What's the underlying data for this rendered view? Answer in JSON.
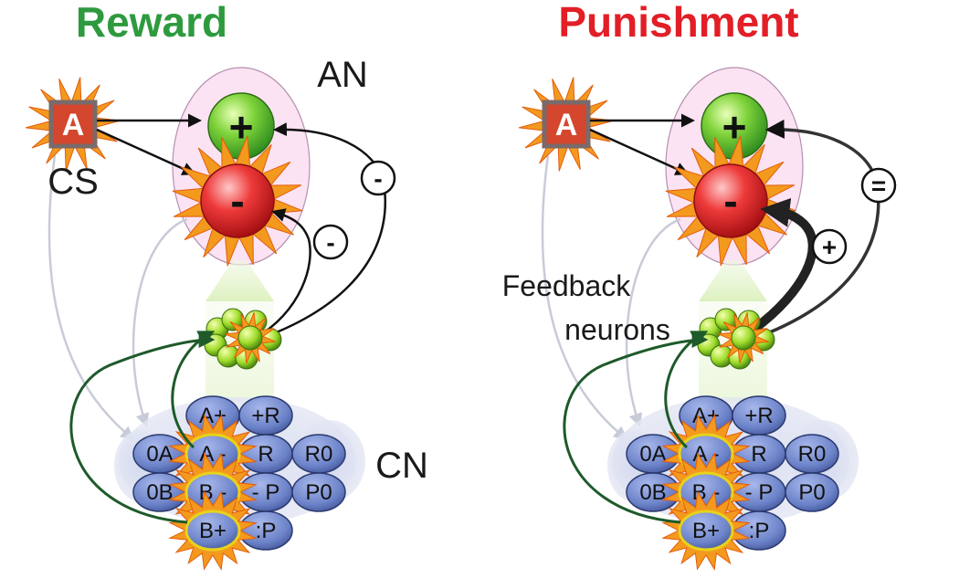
{
  "colors": {
    "reward_title": "#2e9a3e",
    "punishment_title": "#e21e26",
    "green_arrow": "#1e5a2a",
    "an_ellipse": "#fbe3f3",
    "burst": "#f39a1e",
    "node_fill": "#6b82c8"
  },
  "panels": [
    {
      "title": "Reward",
      "cs_stimulus": "A",
      "an_label": "AN",
      "cs_label": "CS",
      "cn_label": "CN",
      "an_plus": "+",
      "an_minus": "-",
      "feedback_to_plus_sign": "-",
      "feedback_to_minus_sign": "-",
      "cn_nodes": [
        "A+",
        "+R",
        "0A",
        "A -",
        "- R",
        "R0",
        "0B",
        "B -",
        "- P",
        "P0",
        "B+",
        "+P"
      ],
      "cn_node_display": [
        "A+",
        "+R",
        "0A",
        "A -",
        "R",
        "R0",
        "0B",
        "B -",
        "- P",
        "P0",
        "B+",
        ":P"
      ],
      "active_nodes": [
        "A -",
        "B+",
        "B -"
      ]
    },
    {
      "title": "Punishment",
      "cs_stimulus": "A",
      "feedback_label_1": "Feedback",
      "feedback_label_2": "neurons",
      "an_plus": "+",
      "an_minus": "-",
      "feedback_to_plus_sign": "=",
      "feedback_to_minus_sign": "+",
      "cn_nodes": [
        "A+",
        "+R",
        "0A",
        "A -",
        "- R",
        "R0",
        "0B",
        "B -",
        "- P",
        "P0",
        "B+",
        "+P"
      ],
      "cn_node_display": [
        "A+",
        "+R",
        "0A",
        "A -",
        "R",
        "R0",
        "0B",
        "B -",
        "- P",
        "P0",
        "B+",
        ":P"
      ],
      "active_nodes": [
        "A -",
        "B+",
        "B -"
      ]
    }
  ]
}
